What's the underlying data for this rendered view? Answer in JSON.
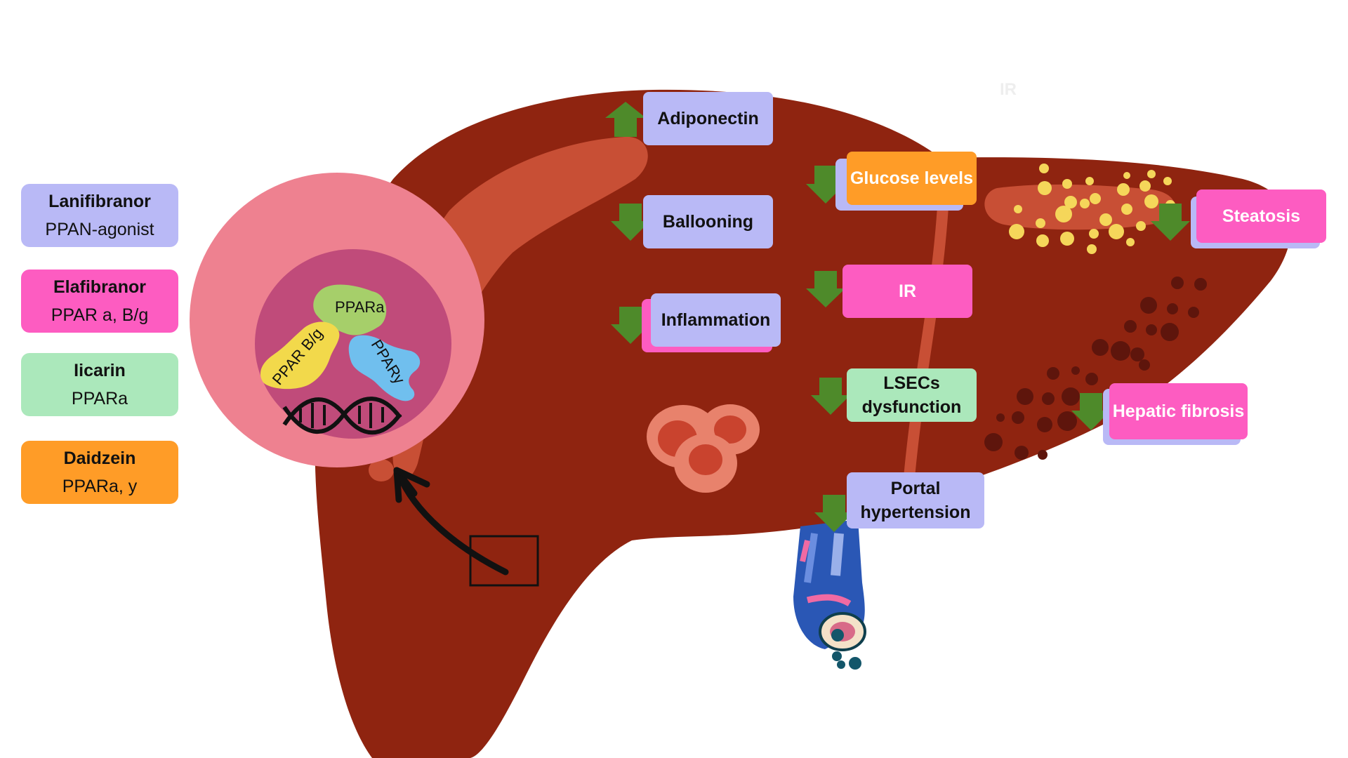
{
  "drugs": [
    {
      "name": "Lanifibranor",
      "target": "PPAN-agonist",
      "color": "#b9b9f6"
    },
    {
      "name": "Elafibranor",
      "target": "PPAR a, B/g",
      "color": "#fd5cc1"
    },
    {
      "name": "Iicarin",
      "target": "PPARa",
      "color": "#abe8bb"
    },
    {
      "name": "Daidzein",
      "target": "PPARa, y",
      "color": "#ff9c27"
    }
  ],
  "cell": {
    "receptors": [
      "PPARa",
      "PPAR B/g",
      "PPARy"
    ]
  },
  "effects": {
    "adiponectin": {
      "label": "Adiponectin",
      "direction": "up"
    },
    "ballooning": {
      "label": "Ballooning",
      "direction": "down"
    },
    "inflammation": {
      "label": "Inflammation",
      "direction": "down"
    },
    "glucose": {
      "label": "Glucose levels",
      "direction": "down"
    },
    "ir": {
      "label": "IR",
      "direction": "down"
    },
    "lsecs": {
      "label_line1": "LSECs",
      "label_line2": "dysfunction",
      "direction": "down"
    },
    "portal": {
      "label_line1": "Portal",
      "label_line2": "hypertension",
      "direction": "down"
    },
    "steatosis": {
      "label": "Steatosis",
      "direction": "down"
    },
    "fibrosis": {
      "label": "Hepatic fibrosis",
      "direction": "down"
    }
  },
  "ghost_text": "IR",
  "colors": {
    "liver": "#8f2410",
    "liver_highlight": "#c84f35",
    "cell_outer": "#ee8190",
    "nucleus": "#c04b7a",
    "arrow_green": "#4e8a2a",
    "lavender": "#b9b9f6",
    "pink": "#fd5cc1",
    "mint": "#abe8bb",
    "orange": "#ff9c27"
  }
}
